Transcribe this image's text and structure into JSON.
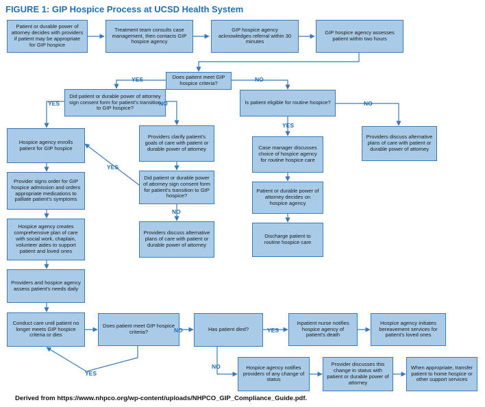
{
  "title": "FIGURE 1: GIP Hospice Process at UCSD Health System",
  "nodes": {
    "n1": "Patient or durable power of attorney decides with providers if patient may be appropriate for GIP hospice",
    "n2": "Treatment team consults case management, then contacts GIP hospice agency",
    "n3": "GIP hospice agency acknowledges referral within 30 minutes",
    "n4": "GIP hospice agency assesses patient within two hours",
    "n5": "Does patient meet GIP hospice criteria?",
    "n6": "Did patient or durable power of attorney sign consent form for patient's transition to GIP hospice?",
    "n7": "Is patient eligible for routine hospice?",
    "n8": "Hospice agency enrolls patient for GIP hospice",
    "n9": "Providers clarify patient's goals of care with patient or durable power of attorney",
    "n10": "Case manager discusses choice of hospice agency for routine hospice care",
    "n11": "Providers discuss alternative plans of care with patient or durable power of attorney",
    "n12": "Provider signs order for GIP hospice admission and orders appropriate medications to palliate patient's symptoms",
    "n13": "Did patient or durable power of attorney sign consent form for patient's transition to GIP hospice?",
    "n14": "Patient or durable power of attorney decides on hospice agency",
    "n15": "Hospice agency creates comprehensive plan of care with social work, chaplain, volunteer aides to support patient and loved ones",
    "n16": "Providers discuss alternative plans of care with patient or durable power of attorney",
    "n17": "Discharge patient to routine hospice care",
    "n18": "Providers and hospice agency assess patient's needs daily",
    "n19": "Conduct care until patient no longer meets GIP hospice criteria or dies",
    "n20": "Does patient meet GIP hospice criteria?",
    "n21": "Has patient died?",
    "n22": "Inpatient nurse notifies hospice agency of patient's death",
    "n23": "Hospice agency initiates bereavement services for patient's loved ones",
    "n24": "Hospice agency notifies providers of any change of status",
    "n25": "Provider discusses this change in status with patient or durable power of attorney",
    "n26": "When appropriate, transfer patient to home hospice or other support services"
  },
  "labels": {
    "yes_left": "YES",
    "no_right": "NO",
    "yes_n6": "YES",
    "no_n6": "NO",
    "no_n7": "NO",
    "yes_n7": "YES",
    "yes_n13": "YES",
    "no_n13": "NO",
    "no_n20": "NO",
    "yes_n21": "YES",
    "no_n21": "NO",
    "yes_loop": "YES"
  },
  "footer": "Derived from https://www.nhpco.org/wp-content/uploads/NHPCO_GIP_Compliance_Guide.pdf.",
  "colors": {
    "box_fill": "#a9cbe8",
    "box_border": "#3b79b4",
    "line": "#3b79b4",
    "label": "#1f6fb2"
  }
}
